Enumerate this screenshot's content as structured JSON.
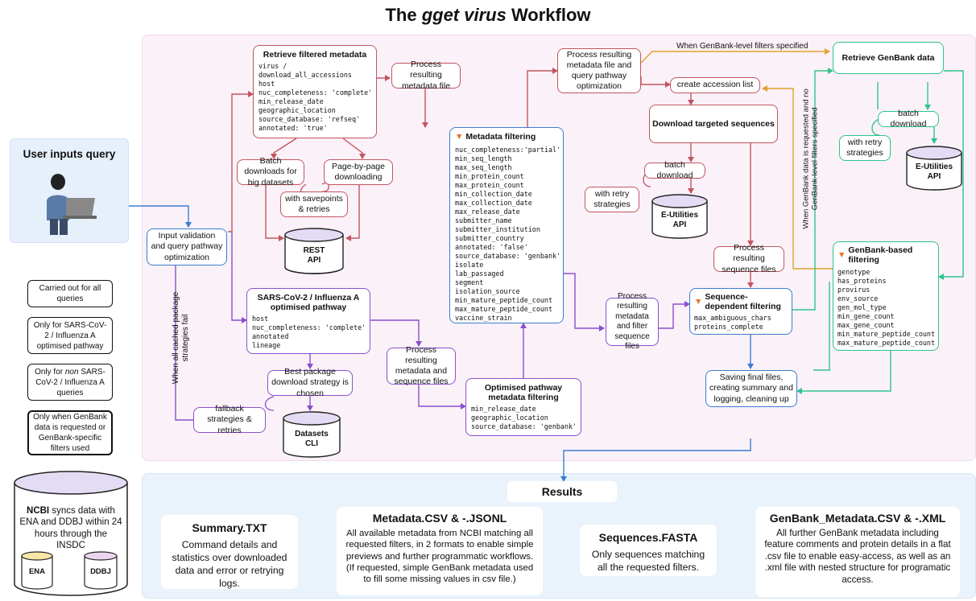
{
  "title_pre": "The ",
  "title_em": "gget virus",
  "title_post": " Workflow",
  "user_query": "User inputs query",
  "input_validation": "Input validation and query pathway optimization",
  "retrieve_filtered": {
    "title": "Retrieve filtered metadata",
    "params": [
      "virus /",
      "download_all_accessions",
      "host",
      "nuc_completeness: 'complete'",
      "min_release_date",
      "geographic_location",
      "source_database: 'refseq'",
      "annotated: 'true'"
    ]
  },
  "process_metadata_file": "Process resulting metadata file",
  "batch_downloads": "Batch downloads for big datasets",
  "page_by_page": "Page-by-page downloading",
  "savepoints": "with savepoints & retries",
  "rest_api": "REST API",
  "sars": {
    "title": "SARS-CoV-2 / Influenza A optimised pathway",
    "params": [
      "host",
      "nuc_completeness: 'complete'",
      "annotated",
      "lineage"
    ]
  },
  "best_package": "Best package download strategy is chosen",
  "fallback": "fallback strategies & retries",
  "datasets_cli": "Datasets CLI",
  "when_cached_fail": "When all cached package strategies fail",
  "process_metadata_seq": "Process resulting metadata and sequence files",
  "opt_filtering": {
    "title": "Optimised pathway metadata filtering",
    "params": [
      "min_release_date",
      "geographic_location",
      "source_database: 'genbank'"
    ]
  },
  "metadata_filtering": {
    "title": "Metadata filtering",
    "params": [
      "nuc_completeness:'partial'",
      "min_seq_length",
      "max_seq_length",
      "min_protein_count",
      "max_protein_count",
      "min_collection_date",
      "max_collection_date",
      "max_release_date",
      "submitter_name",
      "submitter_institution",
      "submitter_country",
      "annotated: 'false'",
      "source_database: 'genbank'",
      "isolate",
      "lab_passaged",
      "segment",
      "isolation_source",
      "min_mature_peptide_count",
      "max_mature_peptide_count",
      "vaccine_strain"
    ]
  },
  "process_query_opt": "Process resulting metadata file and query pathway optimization",
  "when_genbank_filters": "When GenBank-level filters specified",
  "create_accession": "create accession list",
  "download_targeted": "Download targeted sequences",
  "batch_download": "batch download",
  "with_retry": "with retry strategies",
  "eutil_api": "E-Utilities API",
  "process_seq_files": "Process resulting sequence files",
  "process_filter_seq": "Process resulting metadata and filter sequence files",
  "seq_dependent": {
    "title": "Sequence-dependent filtering",
    "params": [
      "max_ambiguous_chars",
      "proteins_complete"
    ]
  },
  "retrieve_genbank": "Retrieve GenBank data",
  "batch_download_gb": "batch download",
  "with_retry_gb": "with retry strategies",
  "eutil_api_gb": "E-Utilities API",
  "genbank_filtering": {
    "title": "GenBank-based filtering",
    "params": [
      "genotype",
      "has_proteins",
      "provirus",
      "env_source",
      "gen_mol_type",
      "min_gene_count",
      "max_gene_count",
      "min_mature_peptide_count",
      "max_mature_peptide_count"
    ]
  },
  "when_genbank_requested": "When GenBank data is requested and no GenBank-level filters specified",
  "saving_final": "Saving final files, creating summary and logging, cleaning up",
  "legend": {
    "all": "Carried out for all queries",
    "sars": "Only for SARS-CoV-2 / Influenza A optimised pathway",
    "non_pre": "Only for ",
    "non_em": "non",
    "non_post": " SARS-CoV-2 / Influenza A queries",
    "genbank": "Only when GenBank data is requested or GenBank-specific filters used"
  },
  "ncbi": {
    "bold": "NCBI",
    "text": " syncs data with ENA and DDBJ within 24 hours through the INSDC",
    "ena": "ENA",
    "ddbj": "DDBJ"
  },
  "results": {
    "title": "Results",
    "cards": [
      {
        "title": "Summary.TXT",
        "desc": "Command details and statistics over downloaded data and error or retrying logs."
      },
      {
        "title": "Metadata.CSV & -.JSONL",
        "desc": "All available metadata from NCBI matching all requested filters, in 2 formats to enable simple previews and further programmatic workflows. (If requested, simple GenBank metadata used to fill some missing values in csv file.)"
      },
      {
        "title": "Sequences.FASTA",
        "desc": "Only sequences matching all the requested filters."
      },
      {
        "title": "GenBank_Metadata.CSV & -.XML",
        "desc": "All further GenBank metadata including feature comments and protein details in a flat .csv file to enable easy-access, as well as an .xml file with nested structure for programatic access."
      }
    ]
  },
  "colors": {
    "red": "#c2555f",
    "blue": "#3a7dd1",
    "purple": "#8a4fcf",
    "green": "#2fc48a",
    "orange": "#e0a22f"
  }
}
